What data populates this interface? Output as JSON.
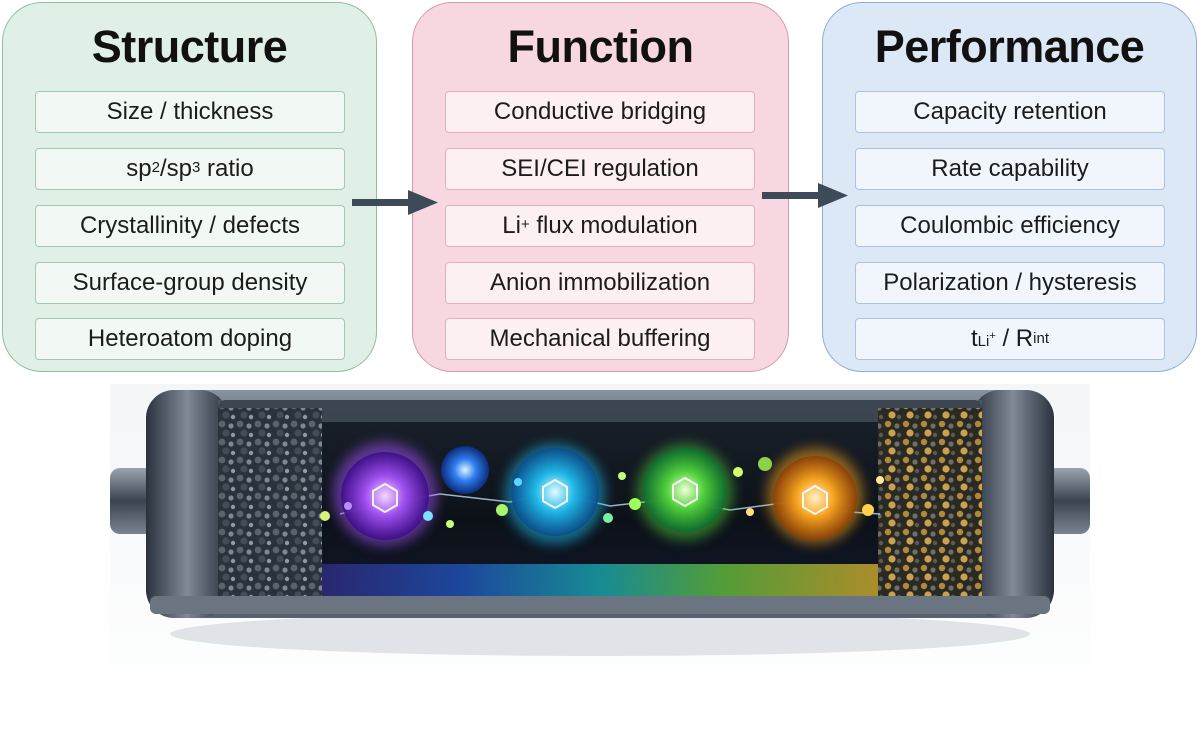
{
  "panels": [
    {
      "title": "Structure",
      "items": [
        {
          "text": "Size / thickness"
        },
        {
          "pre": "sp",
          "sup1": "2",
          "mid": "/sp",
          "sup2": "3",
          "post": " ratio"
        },
        {
          "text": "Crystallinity / defects"
        },
        {
          "text": "Surface-group density"
        },
        {
          "text": "Heteroatom doping"
        }
      ]
    },
    {
      "title": "Function",
      "items": [
        {
          "text": "Conductive bridging"
        },
        {
          "text": "SEI/CEI regulation"
        },
        {
          "pre": "Li",
          "sup": "+",
          "post": " flux modulation"
        },
        {
          "text": "Anion immobilization"
        },
        {
          "text": "Mechanical buffering"
        }
      ]
    },
    {
      "title": "Performance",
      "items": [
        {
          "text": "Capacity retention"
        },
        {
          "text": "Rate capability"
        },
        {
          "text": "Coulombic efficiency"
        },
        {
          "text": "Polarization / hysteresis"
        },
        {
          "t": "t",
          "t_sub": "Li",
          "t_sub_sup": "+",
          "sep": " / R",
          "r_sub": "int"
        }
      ]
    }
  ],
  "colors": {
    "structure_bg": "#e1f0e6",
    "function_bg": "#f7d8e1",
    "performance_bg": "#dce8f6",
    "arrow": "#3d4a57"
  }
}
